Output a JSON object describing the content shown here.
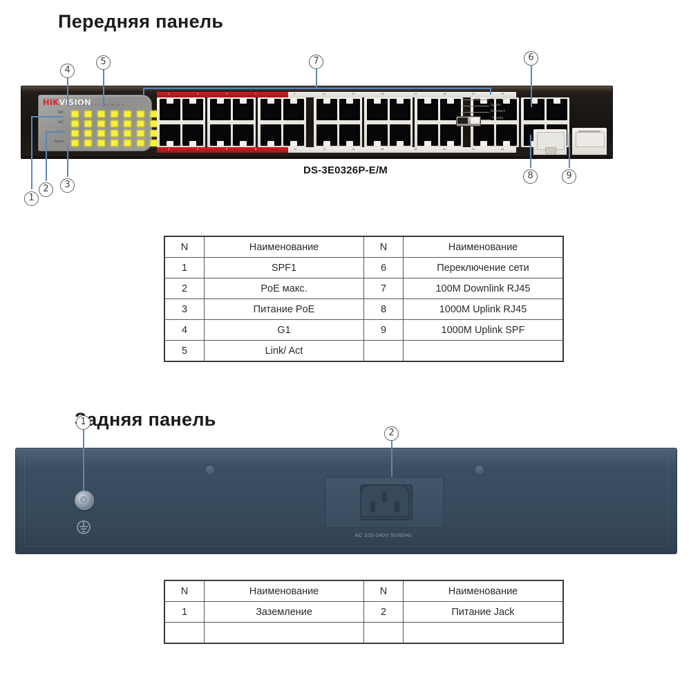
{
  "front": {
    "title": "Передняя панель",
    "device": {
      "brand_hik": "HIK",
      "brand_vis": "VISION",
      "model": "DS-3E0326P-E/M",
      "led_labels": [
        "SPF",
        "PoE",
        "Link",
        "Power"
      ],
      "led_top_label": "Link/Act  Status",
      "dip_labels": [
        "Power port 1..4p",
        "Uplink",
        "Standard",
        "Priority"
      ],
      "port_numbers_top": [
        "1",
        "3",
        "5",
        "7",
        "9",
        "11",
        "13",
        "15",
        "17",
        "19",
        "21",
        "23"
      ],
      "port_numbers_bottom": [
        "2",
        "4",
        "6",
        "8",
        "10",
        "12",
        "14",
        "16",
        "18",
        "20",
        "22",
        "24"
      ]
    },
    "callouts": [
      "1",
      "2",
      "3",
      "4",
      "5",
      "6",
      "7",
      "8",
      "9"
    ],
    "table": {
      "headers": [
        "N",
        "Наименование",
        "N",
        "Наименование"
      ],
      "rows": [
        [
          "1",
          "SPF1",
          "6",
          "Переключение сети"
        ],
        [
          "2",
          "PoE макс.",
          "7",
          "100M Downlink RJ45"
        ],
        [
          "3",
          "Питание PoE",
          "8",
          "1000M Uplink RJ45"
        ],
        [
          "4",
          "G1",
          "9",
          "1000M Uplink SPF"
        ],
        [
          "5",
          "Link/ Act",
          "",
          ""
        ]
      ]
    }
  },
  "rear": {
    "title": "Задняя панель",
    "device": {
      "ac_label": "AC 100-240V 50/60Hz"
    },
    "callouts": [
      "1",
      "2"
    ],
    "table": {
      "headers": [
        "N",
        "Наименование",
        "N",
        "Наименование"
      ],
      "rows": [
        [
          "1",
          "Заземление",
          "2",
          "Питание Jack"
        ],
        [
          "",
          "",
          "",
          ""
        ]
      ]
    }
  },
  "colors": {
    "accent_red": "#cf1d22",
    "led_yellow": "#f5f03a",
    "leader_blue": "#5d86b5",
    "rear_body": "#3c4f62",
    "chassis_dark": "#181411"
  }
}
